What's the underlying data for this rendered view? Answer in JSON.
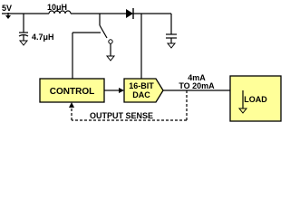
{
  "supply": {
    "voltage": "5V"
  },
  "inductor": {
    "value": "10μH"
  },
  "input_capacitor": {
    "value": "4.7μH"
  },
  "blocks": {
    "control": "CONTROL",
    "dac_line1": "16-BIT",
    "dac_line2": "DAC",
    "load": "LOAD"
  },
  "output": {
    "current_line1": "4mA",
    "current_line2": "TO 20mA"
  },
  "feedback": {
    "label": "OUTPUT SENSE"
  },
  "colors": {
    "block_fill": "#ffff99",
    "line": "#000000",
    "background": "#ffffff"
  }
}
